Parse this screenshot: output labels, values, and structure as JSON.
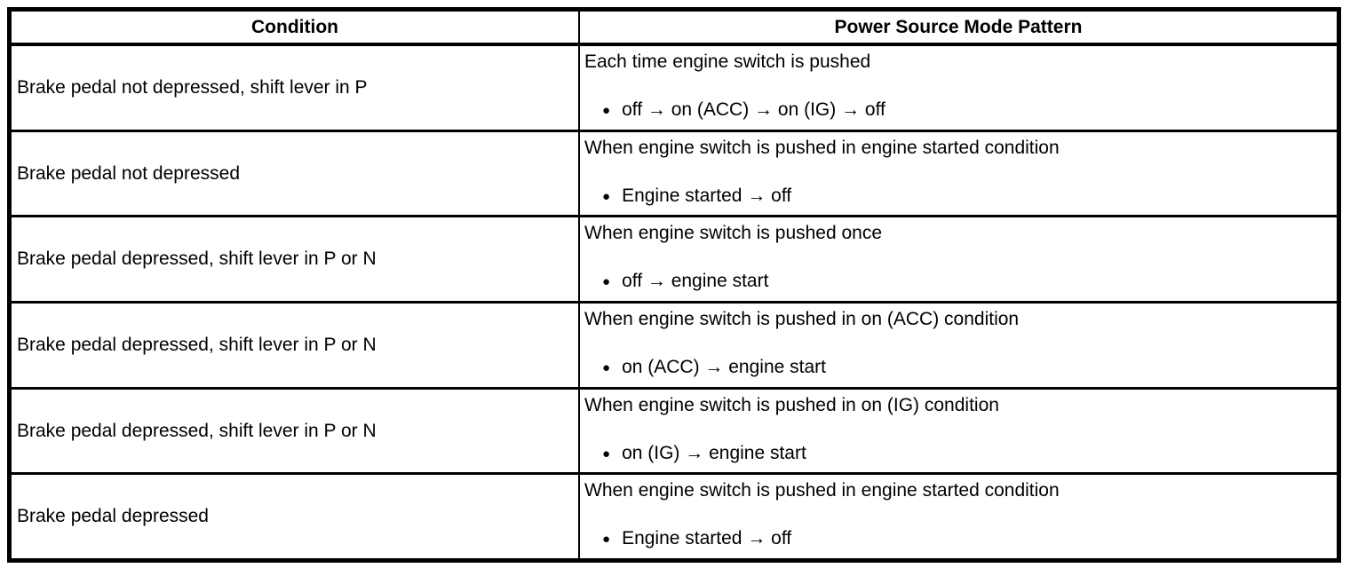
{
  "colors": {
    "border": "#000000",
    "background": "#ffffff",
    "text": "#000000"
  },
  "table": {
    "bullet_glyph": "●",
    "headers": {
      "condition": "Condition",
      "pattern": "Power Source Mode Pattern"
    },
    "rows": [
      {
        "condition": "Brake pedal not depressed, shift lever in P",
        "event": "Each time engine switch is pushed",
        "sequence": "off → on (ACC) → on (IG) → off"
      },
      {
        "condition": "Brake pedal not depressed",
        "event": "When engine switch is pushed in engine started condition",
        "sequence": "Engine started → off"
      },
      {
        "condition": "Brake pedal depressed, shift lever in P or N",
        "event": "When engine switch is pushed once",
        "sequence": "off → engine start"
      },
      {
        "condition": "Brake pedal depressed, shift lever in P or N",
        "event": "When engine switch is pushed in on (ACC) condition",
        "sequence": "on (ACC) → engine start"
      },
      {
        "condition": "Brake pedal depressed, shift lever in P or N",
        "event": "When engine switch is pushed in on (IG) condition",
        "sequence": "on (IG) → engine start"
      },
      {
        "condition": "Brake pedal depressed",
        "event": "When engine switch is pushed in engine started condition",
        "sequence": "Engine started → off"
      }
    ]
  }
}
